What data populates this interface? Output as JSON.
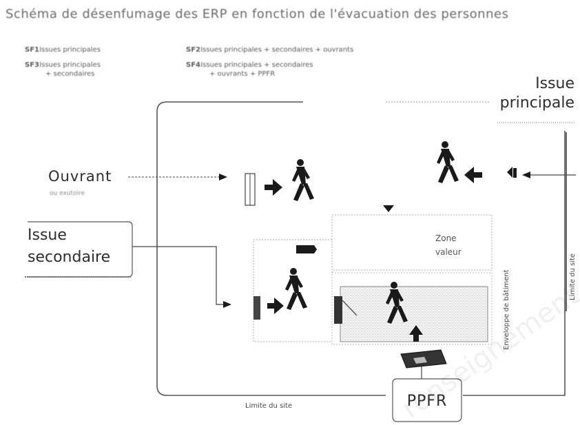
{
  "title": "Schéma de désenfumage des ERP en fonction de l'évacuation des personnes",
  "legend": [
    {
      "code": "SF1",
      "lines": [
        "Issues principales"
      ]
    },
    {
      "code": "SF2",
      "lines": [
        "Issues principales + secondaires + ouvrants"
      ]
    },
    {
      "code": "SF3",
      "lines": [
        "Issues principales",
        "+ secondaires"
      ]
    },
    {
      "code": "SF4",
      "lines": [
        "Issues principales + secondaires",
        "+ ouvrants + PPFR"
      ]
    }
  ],
  "labels": {
    "issue_principale": [
      "Issue",
      "principale"
    ],
    "ouvrant": "Ouvrant",
    "ouvrant_sub": "ou exutoire",
    "issue_secondaire": [
      "Issue",
      "secondaire"
    ],
    "zone_valeur": [
      "Zone",
      "valeur"
    ],
    "enveloppe": "Enveloppe de bâtiment",
    "limite_site_right": "Limite du site",
    "limite_site_bottom": "Limite du site",
    "ppfr": "PPFR"
  },
  "watermark": "renseignement",
  "colors": {
    "ink": "#1a1a1a",
    "frame": "#555555",
    "accent": "#2a2a2a"
  }
}
